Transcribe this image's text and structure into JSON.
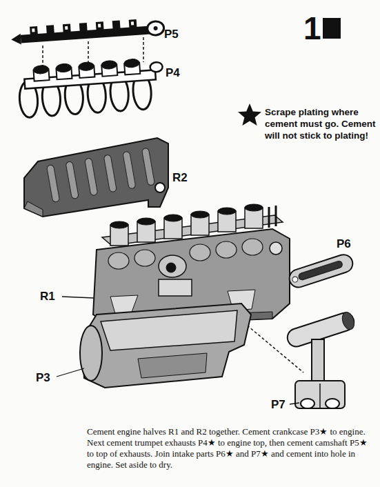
{
  "diagram": {
    "caption": "Cement engine halves R1 and R2 together. Cement crankcase P3★ to engine. Next cement trumpet exhausts P4★ to engine top, then cement camshaft P5★ to top of exhausts. Join intake parts P6★ and P7★ and cement into hole in engine. Set aside to dry.",
    "labels": [
      "1",
      "P5",
      "P4",
      "R2",
      "R1",
      "P6",
      "P3",
      "P7",
      "Scrape plating where cement must go. Cement will not stick to plating!"
    ]
  }
}
